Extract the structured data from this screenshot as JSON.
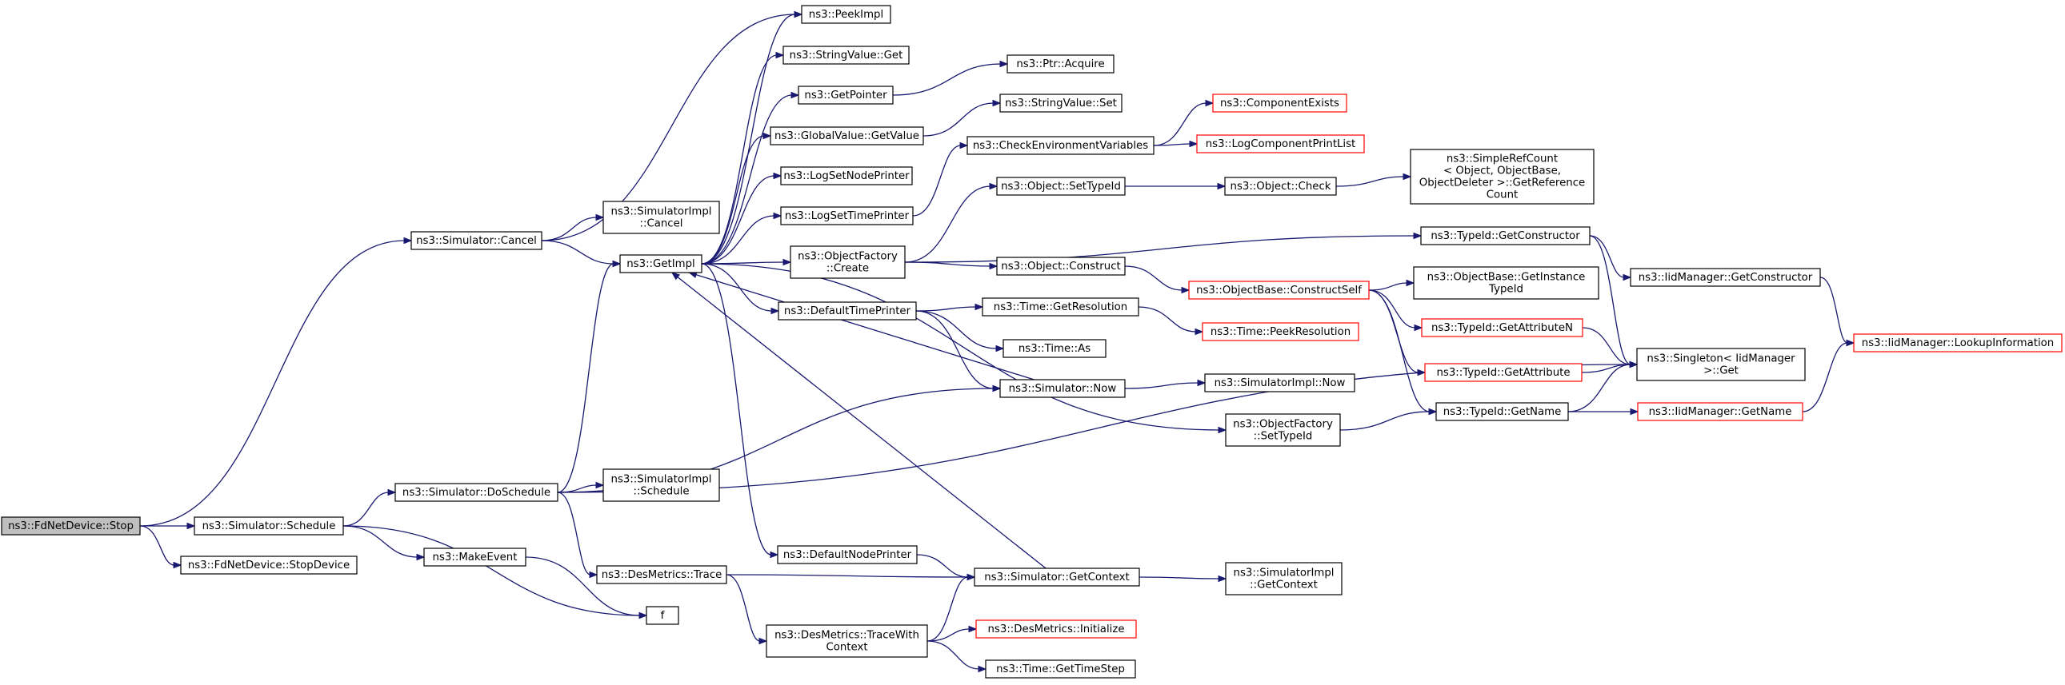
{
  "diagram": {
    "colors": {
      "edge": "#191970",
      "node_border": "#000000",
      "node_border_incomplete": "#ff0000",
      "node_fill": "#ffffff",
      "root_fill": "#bfbfbf"
    },
    "nodes": [
      {
        "id": "stop",
        "lines": [
          "ns3::FdNetDevice::Stop"
        ],
        "style": "root"
      },
      {
        "id": "schedule",
        "lines": [
          "ns3::Simulator::Schedule"
        ],
        "style": "normal"
      },
      {
        "id": "stopdevice",
        "lines": [
          "ns3::FdNetDevice::StopDevice"
        ],
        "style": "normal"
      },
      {
        "id": "cancel",
        "lines": [
          "ns3::Simulator::Cancel"
        ],
        "style": "normal"
      },
      {
        "id": "doschedule",
        "lines": [
          "ns3::Simulator::DoSchedule"
        ],
        "style": "normal"
      },
      {
        "id": "makeevent",
        "lines": [
          "ns3::MakeEvent"
        ],
        "style": "normal"
      },
      {
        "id": "f",
        "lines": [
          "f"
        ],
        "style": "normal"
      },
      {
        "id": "peekimpl",
        "lines": [
          "ns3::PeekImpl"
        ],
        "style": "normal"
      },
      {
        "id": "simimplcancel",
        "lines": [
          "ns3::SimulatorImpl",
          "::Cancel"
        ],
        "style": "normal"
      },
      {
        "id": "getimpl",
        "lines": [
          "ns3::GetImpl"
        ],
        "style": "normal"
      },
      {
        "id": "simimplschedule",
        "lines": [
          "ns3::SimulatorImpl",
          "::Schedule"
        ],
        "style": "normal"
      },
      {
        "id": "desmtrace",
        "lines": [
          "ns3::DesMetrics::Trace"
        ],
        "style": "normal"
      },
      {
        "id": "stringvalueget",
        "lines": [
          "ns3::StringValue::Get"
        ],
        "style": "normal"
      },
      {
        "id": "getpointer",
        "lines": [
          "ns3::GetPointer"
        ],
        "style": "normal"
      },
      {
        "id": "globalvalueget",
        "lines": [
          "ns3::GlobalValue::GetValue"
        ],
        "style": "normal"
      },
      {
        "id": "logsetnode",
        "lines": [
          "ns3::LogSetNodePrinter"
        ],
        "style": "normal"
      },
      {
        "id": "logsettime",
        "lines": [
          "ns3::LogSetTimePrinter"
        ],
        "style": "normal"
      },
      {
        "id": "objfactcreate",
        "lines": [
          "ns3::ObjectFactory",
          "::Create"
        ],
        "style": "normal"
      },
      {
        "id": "defaulttime",
        "lines": [
          "ns3::DefaultTimePrinter"
        ],
        "style": "normal"
      },
      {
        "id": "defaultnode",
        "lines": [
          "ns3::DefaultNodePrinter"
        ],
        "style": "normal"
      },
      {
        "id": "tracewith",
        "lines": [
          "ns3::DesMetrics::TraceWith",
          "Context"
        ],
        "style": "normal"
      },
      {
        "id": "ptracquire",
        "lines": [
          "ns3::Ptr::Acquire"
        ],
        "style": "normal"
      },
      {
        "id": "stringvalueset",
        "lines": [
          "ns3::StringValue::Set"
        ],
        "style": "normal"
      },
      {
        "id": "checkenv",
        "lines": [
          "ns3::CheckEnvironmentVariables"
        ],
        "style": "normal"
      },
      {
        "id": "objsettypeid",
        "lines": [
          "ns3::Object::SetTypeId"
        ],
        "style": "normal"
      },
      {
        "id": "objconstruct",
        "lines": [
          "ns3::Object::Construct"
        ],
        "style": "normal"
      },
      {
        "id": "timegetres",
        "lines": [
          "ns3::Time::GetResolution"
        ],
        "style": "normal"
      },
      {
        "id": "timeas",
        "lines": [
          "ns3::Time::As"
        ],
        "style": "normal"
      },
      {
        "id": "simnow",
        "lines": [
          "ns3::Simulator::Now"
        ],
        "style": "normal"
      },
      {
        "id": "simgetcontext",
        "lines": [
          "ns3::Simulator::GetContext"
        ],
        "style": "normal"
      },
      {
        "id": "desinit",
        "lines": [
          "ns3::DesMetrics::Initialize"
        ],
        "style": "incomplete"
      },
      {
        "id": "timegetstep",
        "lines": [
          "ns3::Time::GetTimeStep"
        ],
        "style": "normal"
      },
      {
        "id": "compexists",
        "lines": [
          "ns3::ComponentExists"
        ],
        "style": "incomplete"
      },
      {
        "id": "logcompprint",
        "lines": [
          "ns3::LogComponentPrintList"
        ],
        "style": "incomplete"
      },
      {
        "id": "objcheck",
        "lines": [
          "ns3::Object::Check"
        ],
        "style": "normal"
      },
      {
        "id": "objbaseconstruct",
        "lines": [
          "ns3::ObjectBase::ConstructSelf"
        ],
        "style": "incomplete"
      },
      {
        "id": "timepeekres",
        "lines": [
          "ns3::Time::PeekResolution"
        ],
        "style": "incomplete"
      },
      {
        "id": "simimplnow",
        "lines": [
          "ns3::SimulatorImpl::Now"
        ],
        "style": "normal"
      },
      {
        "id": "objfactsettypeid",
        "lines": [
          "ns3::ObjectFactory",
          "::SetTypeId"
        ],
        "style": "normal"
      },
      {
        "id": "simimplgetctx",
        "lines": [
          "ns3::SimulatorImpl",
          "::GetContext"
        ],
        "style": "normal"
      },
      {
        "id": "refcount",
        "lines": [
          "ns3::SimpleRefCount",
          "< Object, ObjectBase,",
          " ObjectDeleter >::GetReference",
          "Count"
        ],
        "style": "normal"
      },
      {
        "id": "typeidgetctor",
        "lines": [
          "ns3::TypeId::GetConstructor"
        ],
        "style": "normal"
      },
      {
        "id": "objbasegetinst",
        "lines": [
          "ns3::ObjectBase::GetInstance",
          "TypeId"
        ],
        "style": "normal"
      },
      {
        "id": "typeidgetattrn",
        "lines": [
          "ns3::TypeId::GetAttributeN"
        ],
        "style": "incomplete"
      },
      {
        "id": "typeidgetattr",
        "lines": [
          "ns3::TypeId::GetAttribute"
        ],
        "style": "incomplete"
      },
      {
        "id": "typeidgetname",
        "lines": [
          "ns3::TypeId::GetName"
        ],
        "style": "normal"
      },
      {
        "id": "iidmgrgetctor",
        "lines": [
          "ns3::IidManager::GetConstructor"
        ],
        "style": "normal"
      },
      {
        "id": "singleton",
        "lines": [
          "ns3::Singleton< IidManager",
          " >::Get"
        ],
        "style": "normal"
      },
      {
        "id": "iidmgrgetname",
        "lines": [
          "ns3::IidManager::GetName"
        ],
        "style": "incomplete"
      },
      {
        "id": "iidmgrlookup",
        "lines": [
          "ns3::IidManager::LookupInformation"
        ],
        "style": "incomplete"
      }
    ],
    "edges": [
      [
        "stop",
        "schedule"
      ],
      [
        "stop",
        "stopdevice"
      ],
      [
        "stop",
        "cancel"
      ],
      [
        "schedule",
        "doschedule"
      ],
      [
        "schedule",
        "makeevent"
      ],
      [
        "schedule",
        "f"
      ],
      [
        "cancel",
        "peekimpl"
      ],
      [
        "cancel",
        "simimplcancel"
      ],
      [
        "cancel",
        "getimpl"
      ],
      [
        "doschedule",
        "getimpl"
      ],
      [
        "doschedule",
        "simimplschedule"
      ],
      [
        "doschedule",
        "desmtrace"
      ],
      [
        "doschedule",
        "simnow"
      ],
      [
        "doschedule",
        "singleton"
      ],
      [
        "makeevent",
        "f"
      ],
      [
        "getimpl",
        "peekimpl"
      ],
      [
        "getimpl",
        "stringvalueget"
      ],
      [
        "getimpl",
        "getpointer"
      ],
      [
        "getimpl",
        "globalvalueget"
      ],
      [
        "getimpl",
        "logsetnode"
      ],
      [
        "getimpl",
        "logsettime"
      ],
      [
        "getimpl",
        "objfactcreate"
      ],
      [
        "getimpl",
        "defaulttime"
      ],
      [
        "getimpl",
        "defaultnode"
      ],
      [
        "getimpl",
        "objfactsettypeid"
      ],
      [
        "desmtrace",
        "simgetcontext"
      ],
      [
        "desmtrace",
        "tracewith"
      ],
      [
        "getpointer",
        "ptracquire"
      ],
      [
        "globalvalueget",
        "stringvalueset"
      ],
      [
        "logsettime",
        "checkenv"
      ],
      [
        "objfactcreate",
        "objsettypeid"
      ],
      [
        "objfactcreate",
        "objconstruct"
      ],
      [
        "objfactcreate",
        "typeidgetctor"
      ],
      [
        "defaulttime",
        "timegetres"
      ],
      [
        "defaulttime",
        "timeas"
      ],
      [
        "defaulttime",
        "simnow"
      ],
      [
        "defaultnode",
        "simgetcontext"
      ],
      [
        "tracewith",
        "simgetcontext"
      ],
      [
        "tracewith",
        "desinit"
      ],
      [
        "tracewith",
        "timegetstep"
      ],
      [
        "checkenv",
        "compexists"
      ],
      [
        "checkenv",
        "logcompprint"
      ],
      [
        "objsettypeid",
        "objcheck"
      ],
      [
        "objcheck",
        "refcount"
      ],
      [
        "objconstruct",
        "objbaseconstruct"
      ],
      [
        "timegetres",
        "timepeekres"
      ],
      [
        "simnow",
        "getimpl"
      ],
      [
        "simnow",
        "simimplnow"
      ],
      [
        "simgetcontext",
        "getimpl"
      ],
      [
        "simgetcontext",
        "simimplgetctx"
      ],
      [
        "objbaseconstruct",
        "objbasegetinst"
      ],
      [
        "objbaseconstruct",
        "typeidgetattrn"
      ],
      [
        "objbaseconstruct",
        "typeidgetattr"
      ],
      [
        "objbaseconstruct",
        "typeidgetname"
      ],
      [
        "objfactsettypeid",
        "typeidgetname"
      ],
      [
        "typeidgetctor",
        "iidmgrgetctor"
      ],
      [
        "typeidgetctor",
        "singleton"
      ],
      [
        "typeidgetattrn",
        "singleton"
      ],
      [
        "typeidgetattr",
        "singleton"
      ],
      [
        "typeidgetname",
        "singleton"
      ],
      [
        "typeidgetname",
        "iidmgrgetname"
      ],
      [
        "iidmgrgetctor",
        "iidmgrlookup"
      ],
      [
        "iidmgrgetname",
        "iidmgrlookup"
      ]
    ]
  }
}
